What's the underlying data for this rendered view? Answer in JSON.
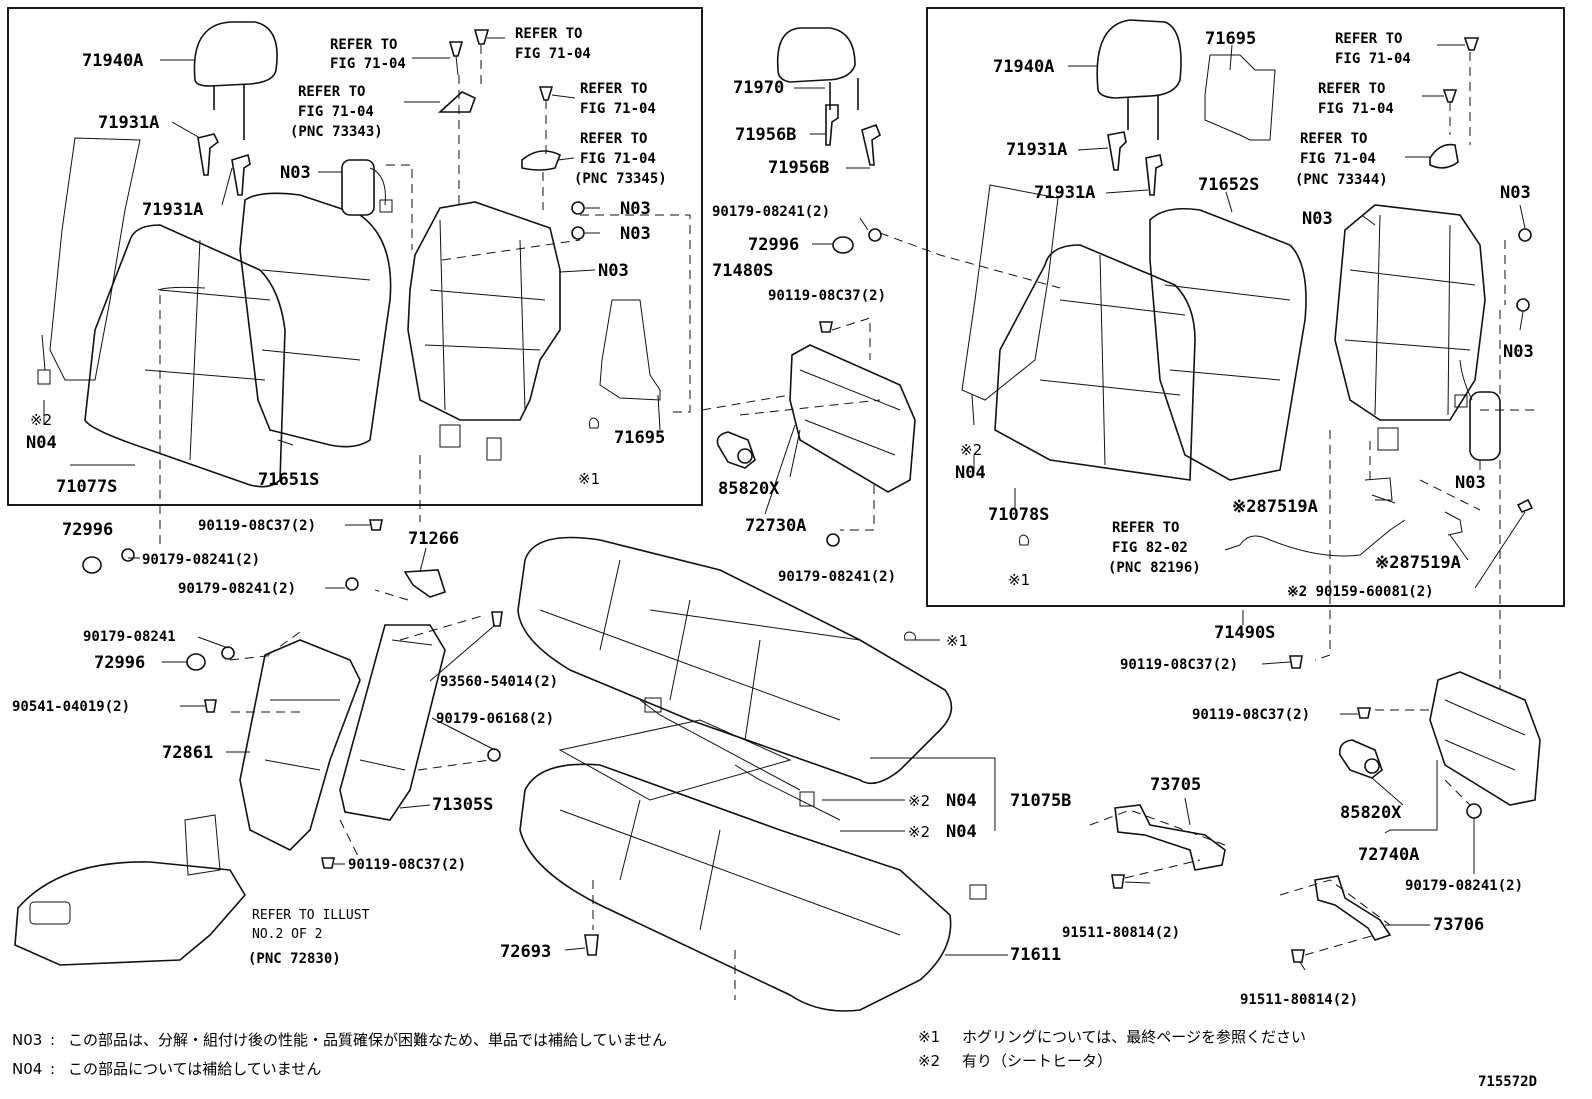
{
  "left_box": {
    "headrest": "71940A",
    "support_a": "71931A",
    "support_b": "71931A",
    "refer1_line1": "REFER TO",
    "refer1_line2": "FIG 71-04",
    "refer2_line1": "REFER TO",
    "refer2_line2": "FIG 71-04",
    "refer3_line1": "REFER TO",
    "refer3_line2": "FIG 71-04",
    "refer3_line3": "(PNC 73343)",
    "refer4_line1": "REFER TO",
    "refer4_line2": "FIG 71-04",
    "refer5_line1": "REFER TO",
    "refer5_line2": "FIG 71-04",
    "refer5_line3": "(PNC 73345)",
    "n03_a": "N03",
    "n03_b": "N03",
    "n03_c": "N03",
    "n03_d": "N03",
    "mark2": "※2",
    "n04": "N04",
    "cover": "71077S",
    "pad": "71651S",
    "frame_ref": "71480S",
    "board": "71695",
    "mark1": "※1"
  },
  "center_top": {
    "headrest": "71970",
    "support_a": "71956B",
    "support_b": "71956B",
    "bolt_a": "90179-08241(2)",
    "cap": "72996",
    "bolt_b": "90119-08C37(2)",
    "lock": "85820X",
    "hinge": "72730A",
    "nut": "90179-08241(2)"
  },
  "right_box": {
    "headrest": "71940A",
    "board": "71695",
    "support_a": "71931A",
    "support_b": "71931A",
    "pad": "71652S",
    "refer1_line1": "REFER TO",
    "refer1_line2": "FIG 71-04",
    "refer2_line1": "REFER TO",
    "refer2_line2": "FIG 71-04",
    "refer3_line1": "REFER TO",
    "refer3_line2": "FIG 71-04",
    "refer3_line3": "(PNC 73344)",
    "n03_a": "N03",
    "n03_b": "N03",
    "n03_c": "N03",
    "n03_d": "N03",
    "mark2": "※2",
    "n04": "N04",
    "cover": "71078S",
    "mark1": "※1",
    "refer4_line1": "REFER TO",
    "refer4_line2": "FIG 82-02",
    "refer4_line3": "(PNC 82196)",
    "wire_a": "※287519A",
    "wire_b": "※287519A",
    "bolt": "※2 90159-60081(2)"
  },
  "lower_left": {
    "cap_a": "72996",
    "nut_a": "90179-08241(2)",
    "bolt_a": "90119-08C37(2)",
    "bracket": "71266",
    "nut_b": "90179-08241(2)",
    "nut_c": "90179-08241",
    "cap_b": "72996",
    "bolt_b": "90541-04019(2)",
    "armrest_frame": "72861",
    "screw_a": "93560-54014(2)",
    "nut_d": "90179-06168(2)",
    "armrest_cover": "71305S",
    "bolt_c": "90119-08C37(2)",
    "refer_line1": "REFER TO ILLUST",
    "refer_line2": "NO.2 OF 2",
    "refer_line3": "(PNC 72830)"
  },
  "cushion": {
    "hog_ring": "※1",
    "mark2_a": "※2",
    "n04_a": "N04",
    "cushion_ref": "71075B",
    "mark2_b": "※2",
    "n04_b": "N04",
    "clip": "72693",
    "pad": "71611"
  },
  "lower_right": {
    "frame_ref": "71490S",
    "bolt_a": "90119-08C37(2)",
    "bolt_b": "90119-08C37(2)",
    "lock": "85820X",
    "hinge": "72740A",
    "nut": "90179-08241(2)",
    "bracket_a": "73705",
    "bolt_c": "91511-80814(2)",
    "bracket_b": "73706",
    "bolt_d": "91511-80814(2)"
  },
  "notes": {
    "n03_key": "N03",
    "n03_sep": ":",
    "n03_text": "この部品は、分解・組付け後の性能・品質確保が困難なため、単品では補給していません",
    "n04_key": "N04",
    "n04_sep": ":",
    "n04_text": "この部品については補給していません",
    "m1_key": "※1",
    "m1_text": "ホグリングについては、最終ページを参照ください",
    "m2_key": "※2",
    "m2_text": "有り（シートヒータ）"
  },
  "diagram_id": "715572D"
}
